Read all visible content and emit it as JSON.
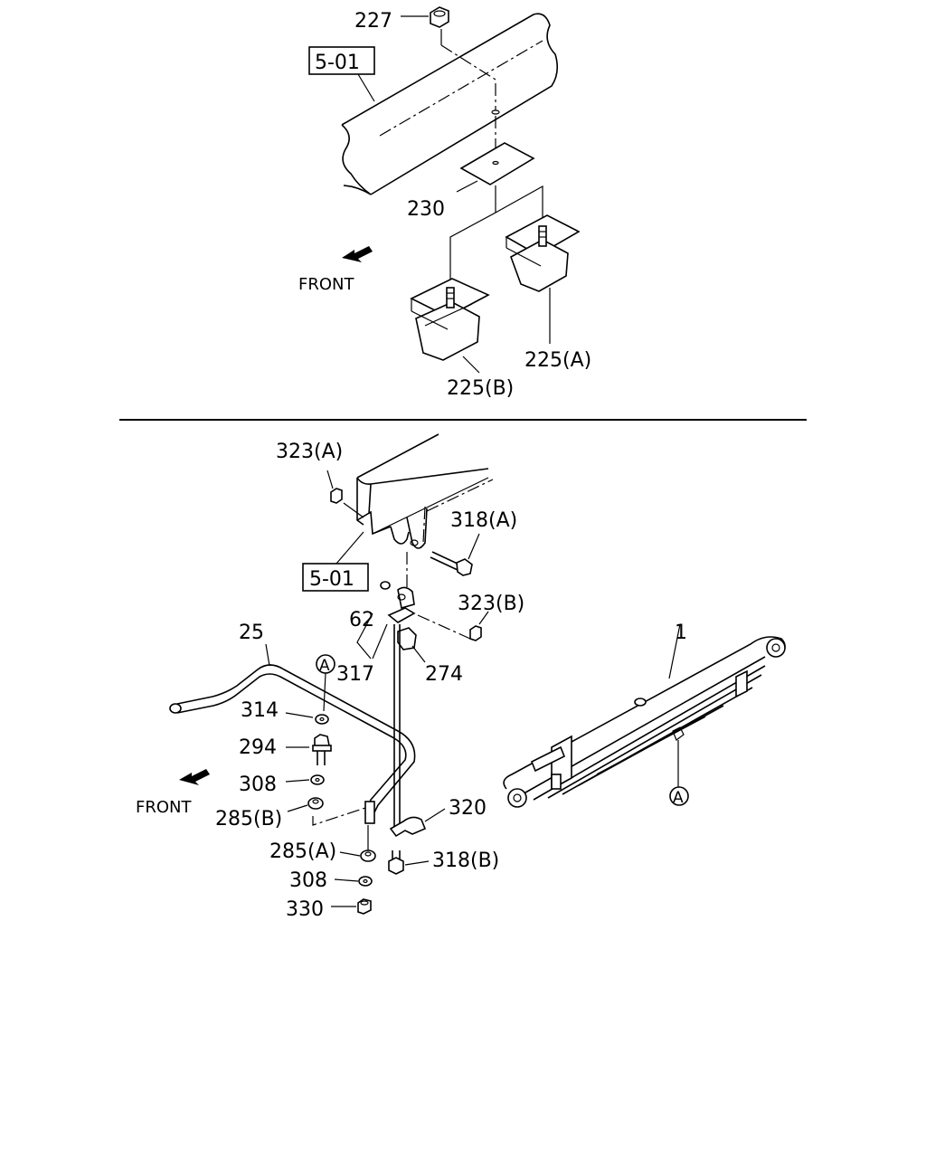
{
  "upper": {
    "frame_ref": "5-01",
    "labels": {
      "p227": "227",
      "p230": "230",
      "p225a": "225(A)",
      "p225b": "225(B)"
    },
    "front": "FRONT"
  },
  "lower": {
    "frame_ref": "5-01",
    "labels": {
      "p323a": "323(A)",
      "p318a": "318(A)",
      "p323b": "323(B)",
      "p62": "62",
      "p317": "317",
      "p274": "274",
      "p25": "25",
      "p1": "1",
      "p314": "314",
      "p294": "294",
      "p308a": "308",
      "p285b": "285(B)",
      "p285a": "285(A)",
      "p308b": "308",
      "p330": "330",
      "p320": "320",
      "p318b": "318(B)",
      "ref_a1": "A",
      "ref_a2": "A"
    },
    "front": "FRONT"
  },
  "icons": {
    "front_arrow": "front-arrow-icon",
    "circle_ref": "circled-reference-marker"
  }
}
